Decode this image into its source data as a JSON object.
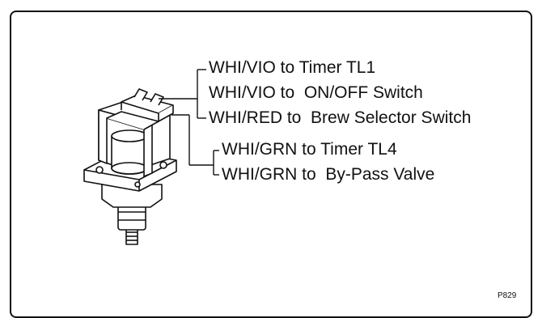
{
  "wires": {
    "group_one": [
      {
        "label": "WHI/VIO to Timer TL1"
      },
      {
        "label": "WHI/VIO to  ON/OFF Switch"
      },
      {
        "label": "WHI/RED to  Brew Selector Switch"
      }
    ],
    "group_two": [
      {
        "label": "WHI/GRN to Timer TL4"
      },
      {
        "label": "WHI/GRN to  By-Pass Valve"
      }
    ]
  },
  "figure_ref": "P829",
  "component_icon": "solenoid-valve-icon"
}
